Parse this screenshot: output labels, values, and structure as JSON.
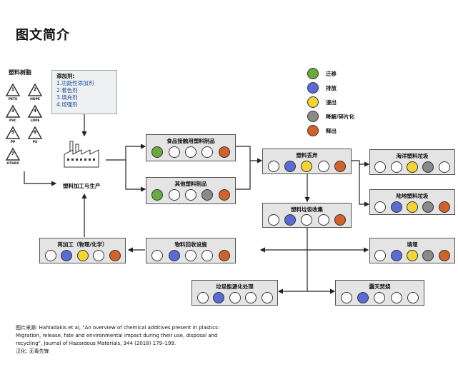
{
  "title": "图文简介",
  "resins": {
    "title": "塑料树脂",
    "items": [
      {
        "num": "1",
        "label": "PETE"
      },
      {
        "num": "2",
        "label": "HDPE"
      },
      {
        "num": "3",
        "label": "PVC"
      },
      {
        "num": "4",
        "label": "LDPE"
      },
      {
        "num": "5",
        "label": "PP"
      },
      {
        "num": "6",
        "label": "PS"
      },
      {
        "num": "7",
        "label": "OTHER"
      }
    ]
  },
  "additives": {
    "heading": "添加剂:",
    "items": [
      "1.功能性添加剂",
      "2.着色剂",
      "3.填充剂",
      "4.增强剂"
    ]
  },
  "process_label": "塑料加工与生产",
  "legend": [
    {
      "label": "迁移",
      "color": "#6aaa3c",
      "icon": "migration-icon"
    },
    {
      "label": "排放",
      "color": "#5b6bd6",
      "icon": "release-icon"
    },
    {
      "label": "浸出",
      "color": "#f3d433",
      "icon": "leaching-icon"
    },
    {
      "label": "降解/碎片化",
      "color": "#8a8a8a",
      "icon": "degradation-icon"
    },
    {
      "label": "释出",
      "color": "#d0622a",
      "icon": "emission-icon"
    }
  ],
  "boxes": {
    "food_contact": "食品接触用塑料制品",
    "other_products": "其他塑料制品",
    "disposal": "塑料丢弃",
    "ocean_waste": "海洋塑料垃圾",
    "land_waste": "陆地塑料垃圾",
    "collection": "塑料垃圾收集",
    "recycling_facility": "物料回收设施",
    "reprocessing": "再加工（物理/化学）",
    "landfill": "填埋",
    "energy_recovery": "垃圾能源化处理",
    "open_burning": "露天焚烧"
  },
  "caption": {
    "line1": "图片来源: Hahladakis et al, \"An overview of chemical additives present in plastics:",
    "line2": "Migration, release, fate and environmental impact during their use, disposal and",
    "line3": "recycling\", Journal of Hazardous Materials, 344 (2018) 179–199.",
    "line4": "汉化: 无毒先锋"
  }
}
